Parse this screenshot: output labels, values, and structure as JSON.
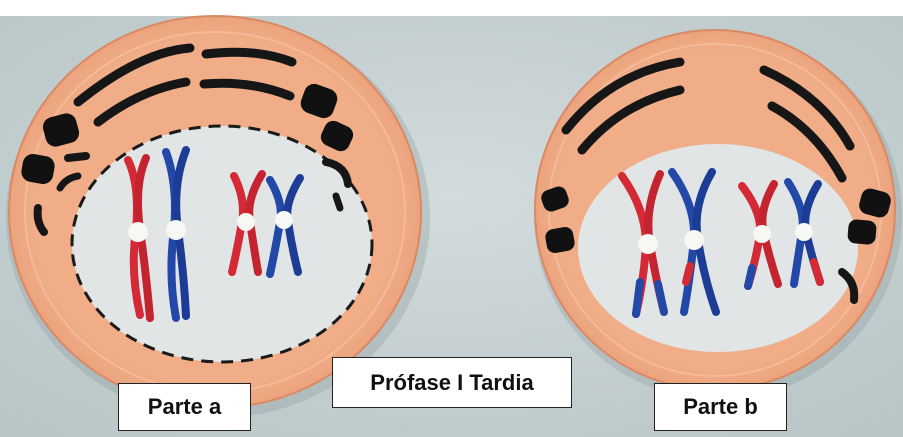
{
  "title": "Prófase I Tardia",
  "panels": [
    {
      "label": "Parte a"
    },
    {
      "label": "Parte b"
    }
  ],
  "colors": {
    "background": "#c7d2d3",
    "cell_foam": "#eea882",
    "nucleus": "#dfe3e4",
    "dark_clay": "#161616",
    "chromosome_red": "#d42a35",
    "chromosome_blue": "#2348a8",
    "centromere": "#f7f7f3"
  }
}
